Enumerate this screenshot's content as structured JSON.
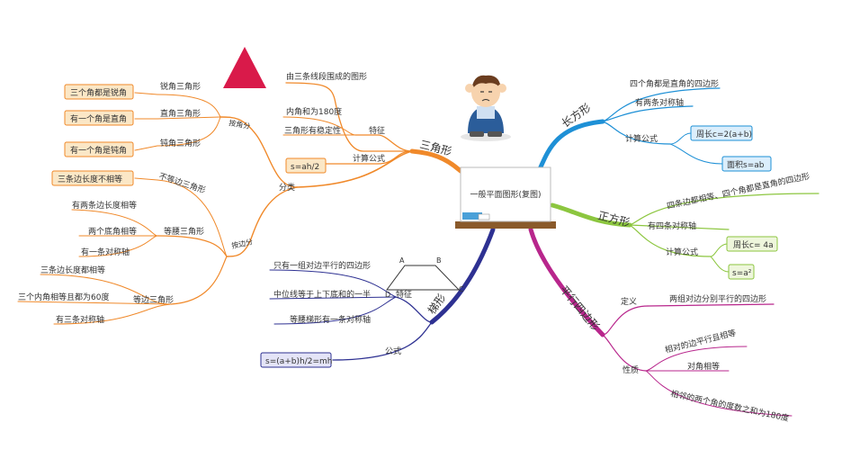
{
  "center": {
    "title": "一般平面图形(复图)"
  },
  "colors": {
    "triangle": "#f0892a",
    "rectangle": "#1e90d6",
    "square": "#8cc63f",
    "parallelogram": "#b8268c",
    "trapezoid": "#2e3192",
    "triangle_shape": "#d91a4a"
  },
  "triangle": {
    "label": "三角形",
    "definition": "由三条线段围成的图形",
    "feature": {
      "label": "特征",
      "items": [
        "内角和为180度",
        "三角形有稳定性"
      ]
    },
    "formula": {
      "label": "计算公式",
      "value": "s=ah/2"
    },
    "classify": {
      "label": "分类",
      "by_angle": {
        "label": "按角分",
        "items": [
          {
            "name": "锐角三角形",
            "note": "三个角都是锐角"
          },
          {
            "name": "直角三角形",
            "note": "有一个角是直角"
          },
          {
            "name": "钝角三角形",
            "note": "有一个角是钝角"
          }
        ]
      },
      "by_side": {
        "label": "按边分",
        "scalene": {
          "name": "不等边三角形",
          "note": "三条边长度不相等"
        },
        "isosceles": {
          "name": "等腰三角形",
          "items": [
            "有两条边长度相等",
            "两个底角相等",
            "有一条对称轴"
          ]
        },
        "equilateral": {
          "name": "等边三角形",
          "items": [
            "三条边长度都相等",
            "三个内角相等且都为60度",
            "有三条对称轴"
          ]
        }
      }
    }
  },
  "rectangle": {
    "label": "长方形",
    "items": [
      "四个角都是直角的四边形",
      "有两条对称轴"
    ],
    "formula": {
      "label": "计算公式",
      "perimeter": "周长c=2(a+b)",
      "area": "面积s=ab"
    }
  },
  "square": {
    "label": "正方形",
    "items": [
      "四条边都相等、四个角都是直角的四边形",
      "有四条对称轴"
    ],
    "formula": {
      "label": "计算公式",
      "perimeter": "周长c= 4a",
      "area": "s=a²"
    }
  },
  "parallelogram": {
    "label": "平行四边形",
    "definition": {
      "label": "定义",
      "text": "两组对边分别平行的四边形"
    },
    "property": {
      "label": "性质",
      "items": [
        "相对的边平行且相等",
        "对角相等",
        "相邻的两个角的度数之和为180度"
      ]
    }
  },
  "trapezoid": {
    "label": "梯形",
    "feature": {
      "label": "特征",
      "items": [
        "只有一组对边平行的四边形",
        "中位线等于上下底和的一半",
        "等腰梯形有一条对称轴"
      ]
    },
    "formula": {
      "label": "公式",
      "value": "s=(a+b)h/2=mh"
    },
    "vertices": [
      "A",
      "B",
      "C",
      "D"
    ]
  }
}
